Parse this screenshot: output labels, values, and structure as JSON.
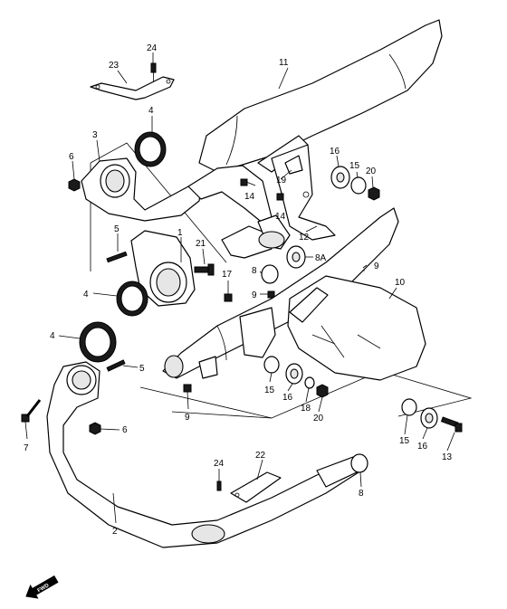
{
  "callouts": [
    {
      "id": "c24a",
      "label": "24"
    },
    {
      "id": "c23",
      "label": "23"
    },
    {
      "id": "c11",
      "label": "11"
    },
    {
      "id": "c4a",
      "label": "4"
    },
    {
      "id": "c3",
      "label": "3"
    },
    {
      "id": "c6a",
      "label": "6"
    },
    {
      "id": "c16a",
      "label": "16"
    },
    {
      "id": "c15a",
      "label": "15"
    },
    {
      "id": "c20a",
      "label": "20"
    },
    {
      "id": "c19",
      "label": "19"
    },
    {
      "id": "c14a",
      "label": "14"
    },
    {
      "id": "c14b",
      "label": "14"
    },
    {
      "id": "c5a",
      "label": "5"
    },
    {
      "id": "c1",
      "label": "1"
    },
    {
      "id": "c21",
      "label": "21"
    },
    {
      "id": "c12",
      "label": "12"
    },
    {
      "id": "c8a",
      "label": "8A"
    },
    {
      "id": "c9a",
      "label": "9"
    },
    {
      "id": "c8b",
      "label": "8"
    },
    {
      "id": "c17",
      "label": "17"
    },
    {
      "id": "c9b",
      "label": "9"
    },
    {
      "id": "c10",
      "label": "10"
    },
    {
      "id": "c4b",
      "label": "4"
    },
    {
      "id": "c4c",
      "label": "4"
    },
    {
      "id": "c5b",
      "label": "5"
    },
    {
      "id": "c15b",
      "label": "15"
    },
    {
      "id": "c16b",
      "label": "16"
    },
    {
      "id": "c18",
      "label": "18"
    },
    {
      "id": "c20b",
      "label": "20"
    },
    {
      "id": "c9c",
      "label": "9"
    },
    {
      "id": "c7",
      "label": "7"
    },
    {
      "id": "c6b",
      "label": "6"
    },
    {
      "id": "c15c",
      "label": "15"
    },
    {
      "id": "c16c",
      "label": "16"
    },
    {
      "id": "c13",
      "label": "13"
    },
    {
      "id": "c24b",
      "label": "24"
    },
    {
      "id": "c22",
      "label": "22"
    },
    {
      "id": "c8c",
      "label": "8"
    },
    {
      "id": "c2",
      "label": "2"
    }
  ],
  "direction_badge": {
    "label": "FWD"
  }
}
